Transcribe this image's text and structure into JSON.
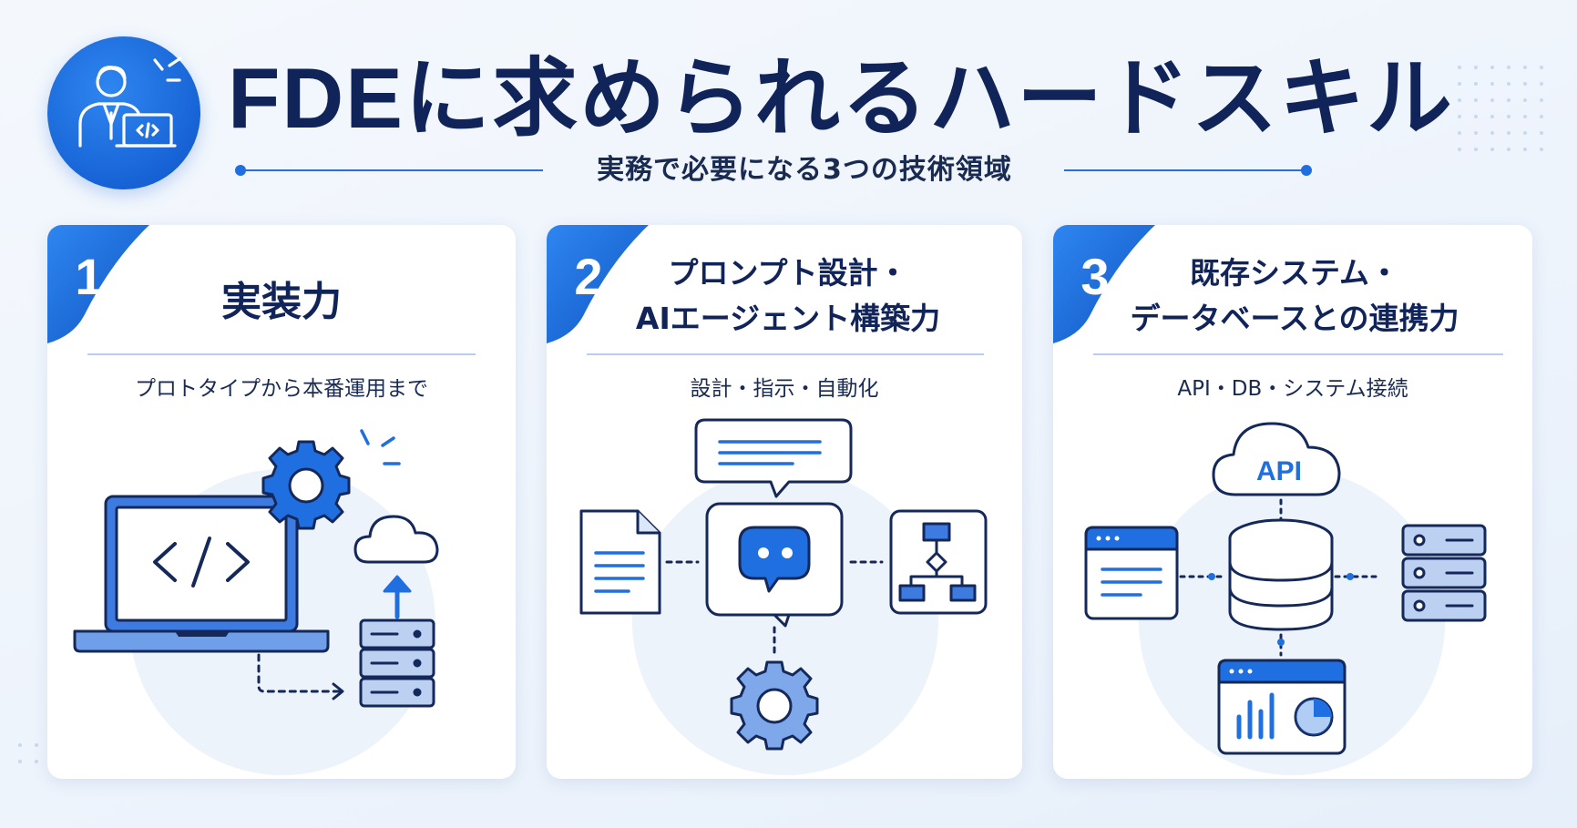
{
  "header": {
    "title": "FDEに求められるハードスキル",
    "subtitle": "実務で必要になる3つの技術領域",
    "badge_icon": "developer-with-laptop-icon"
  },
  "colors": {
    "primary": "#1763d6",
    "navy": "#10245a",
    "light_blue": "#e8f0fb",
    "mid_blue": "#7fa8ea"
  },
  "cards": [
    {
      "number": "1",
      "title_lines": [
        "実装力"
      ],
      "description": "プロトタイプから本番運用まで",
      "icons": [
        "laptop-code-icon",
        "gear-icon",
        "cloud-icon",
        "upload-arrow-icon",
        "server-icon"
      ]
    },
    {
      "number": "2",
      "title_lines": [
        "プロンプト設計・",
        "AIエージェント構築力"
      ],
      "description": "設計・指示・自動化",
      "icons": [
        "speech-bubble-icon",
        "document-icon",
        "chatbot-icon",
        "workflow-icon",
        "gear-icon"
      ]
    },
    {
      "number": "3",
      "title_lines": [
        "既存システム・",
        "データベースとの連携力"
      ],
      "description": "API・DB・システム接続",
      "icons": [
        "api-cloud-icon",
        "browser-window-icon",
        "database-icon",
        "server-icon",
        "dashboard-chart-icon"
      ],
      "api_label": "API"
    }
  ]
}
